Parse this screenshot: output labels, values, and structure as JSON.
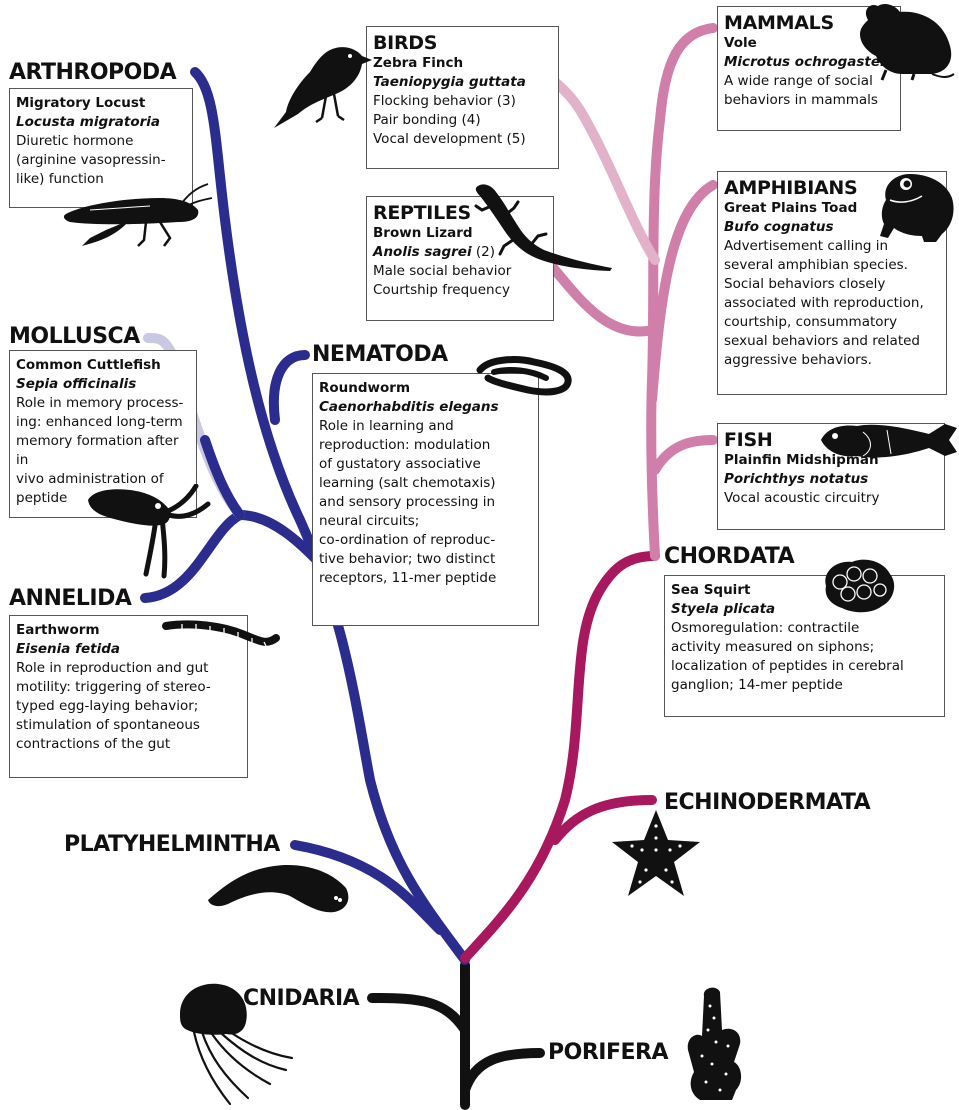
{
  "colors": {
    "arthropod_branch": "#2b2d8e",
    "chordate_branch": "#a8185e",
    "vertebrate_branch": "#cf7fa9",
    "basal_branch": "#111111",
    "box_border": "#555555"
  },
  "phyla": {
    "arthropoda": "ARTHROPODA",
    "mollusca": "MOLLUSCA",
    "annelida": "ANNELIDA",
    "nematoda": "NEMATODA",
    "platyhelmintha": "PLATYHELMINTHA",
    "cnidaria": "CNIDARIA",
    "porifera": "PORIFERA",
    "chordata": "CHORDATA",
    "echinodermata": "ECHINODERMATA"
  },
  "boxes": {
    "birds": {
      "heading": "BIRDS",
      "common": "Zebra Finch",
      "scientific": "Taeniopygia guttata",
      "lines": [
        "Flocking behavior (3)",
        "Pair bonding (4)",
        "Vocal development (5)"
      ]
    },
    "mammals": {
      "heading": "MAMMALS",
      "common": "Vole",
      "scientific": "Microtus ochrogaster",
      "lines": [
        "A wide range of social",
        "behaviors in mammals"
      ]
    },
    "reptiles": {
      "heading": "REPTILES",
      "common": "Brown Lizard",
      "scientific": "Anolis sagrei",
      "scientific_ref": " (2)",
      "lines": [
        "Male social behavior",
        "Courtship frequency"
      ]
    },
    "amphibians": {
      "heading": "AMPHIBIANS",
      "common": "Great Plains Toad",
      "scientific": "Bufo cognatus",
      "lines": [
        "Advertisement calling in",
        "several amphibian species.",
        "Social behaviors closely",
        "associated with reproduction,",
        "courtship, consummatory",
        "sexual behaviors and related",
        "aggressive behaviors."
      ]
    },
    "fish": {
      "heading": "FISH",
      "common": "Plainfin Midshipman",
      "scientific": "Porichthys notatus",
      "lines": [
        "Vocal acoustic circuitry"
      ]
    },
    "chordata": {
      "common": "Sea Squirt",
      "scientific": "Styela plicata",
      "lines": [
        "Osmoregulation: contractile",
        "activity measured on siphons;",
        "localization of peptides in cerebral",
        "ganglion; 14-mer peptide"
      ]
    },
    "arthropoda": {
      "common": "Migratory Locust",
      "scientific": "Locusta migratoria",
      "lines": [
        "Diuretic hormone",
        "(arginine vasopressin-",
        "like) function"
      ]
    },
    "mollusca": {
      "common": "Common Cuttlefish",
      "scientific": "Sepia officinalis",
      "lines": [
        "Role in memory process-",
        "ing: enhanced long-term",
        "memory formation after in",
        "vivo administration of",
        "peptide"
      ]
    },
    "nematoda": {
      "common": "Roundworm",
      "scientific": "Caenorhabditis elegans",
      "lines": [
        "Role in learning and",
        "reproduction: modulation",
        "of gustatory associative",
        "learning (salt chemotaxis)",
        "and sensory processing in",
        "neural circuits;",
        "co-ordination of reproduc-",
        "tive behavior; two distinct",
        "receptors, 11-mer peptide"
      ]
    },
    "annelida": {
      "common": "Earthworm",
      "scientific": "Eisenia fetida",
      "lines": [
        "Role in reproduction and gut",
        "motility: triggering of stereo-",
        "typed egg-laying behavior;",
        "stimulation of spontaneous",
        "contractions of the gut"
      ]
    }
  },
  "icons": [
    "finch-icon",
    "vole-icon",
    "lizard-icon",
    "toad-icon",
    "fish-icon",
    "sea-squirt-icon",
    "locust-icon",
    "cuttlefish-icon",
    "roundworm-icon",
    "earthworm-icon",
    "flatworm-icon",
    "starfish-icon",
    "jellyfish-icon",
    "sponge-icon"
  ]
}
